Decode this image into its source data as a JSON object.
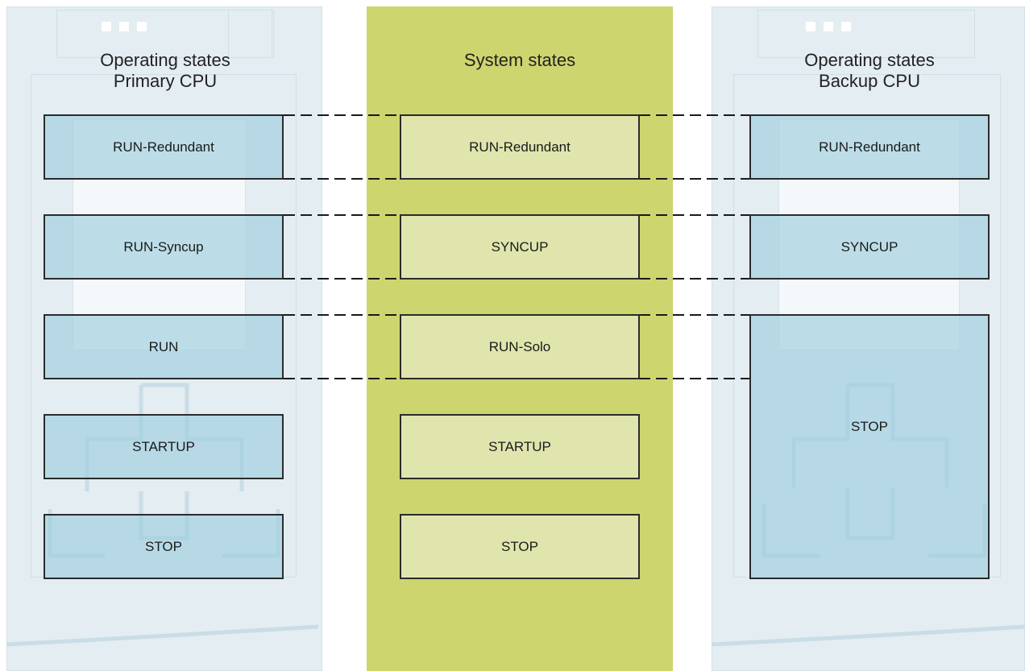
{
  "primary": {
    "title_line1": "Operating states",
    "title_line2": "Primary CPU",
    "states": [
      "RUN-Redundant",
      "RUN-Syncup",
      "RUN",
      "STARTUP",
      "STOP"
    ]
  },
  "system": {
    "title": "System states",
    "states": [
      "RUN-Redundant",
      "SYNCUP",
      "RUN-Solo",
      "STARTUP",
      "STOP"
    ]
  },
  "backup": {
    "title_line1": "Operating states",
    "title_line2": "Backup CPU",
    "states": [
      "RUN-Redundant",
      "SYNCUP",
      "STOP"
    ]
  },
  "colors": {
    "system_band": "#cdd56f",
    "cpu_state_fill": "#9ecede",
    "system_state_fill": "#e0e5ad",
    "panel": "#e4edf2"
  }
}
